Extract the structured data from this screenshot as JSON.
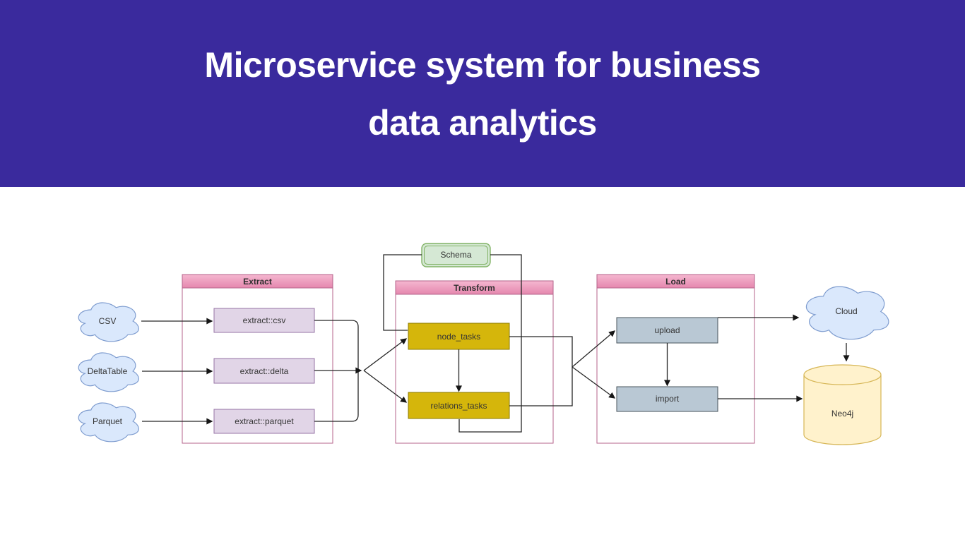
{
  "header": {
    "title_line1": "Microservice system for business",
    "title_line2": "data analytics"
  },
  "diagram": {
    "sources": [
      "CSV",
      "DeltaTable",
      "Parquet"
    ],
    "extract": {
      "title": "Extract",
      "tasks": [
        "extract::csv",
        "extract::delta",
        "extract::parquet"
      ]
    },
    "transform": {
      "title": "Transform",
      "schema": "Schema",
      "tasks": [
        "node_tasks",
        "relations_tasks"
      ]
    },
    "load": {
      "title": "Load",
      "tasks": [
        "upload",
        "import"
      ]
    },
    "targets": {
      "cloud": "Cloud",
      "database": "Neo4j"
    },
    "colors": {
      "banner_bg": "#3A2A9D",
      "banner_text": "#FFFFFF",
      "container_border": "#B5638B",
      "container_header_top": "#F5B7D0",
      "container_header_bottom": "#E587AE",
      "lavender_fill": "#E1D5E7",
      "lavender_border": "#9673A6",
      "gold_fill": "#D5B60B",
      "gold_border": "#8C7B00",
      "steel_fill": "#B9C8D4",
      "steel_border": "#49545C",
      "green_fill": "#D5E8D4",
      "green_border": "#82B366",
      "cloud_fill": "#DAE8FC",
      "cloud_border": "#7E9CCF",
      "cylinder_fill": "#FFF2CC",
      "cylinder_border": "#D6B656",
      "connector": "#262626"
    }
  }
}
